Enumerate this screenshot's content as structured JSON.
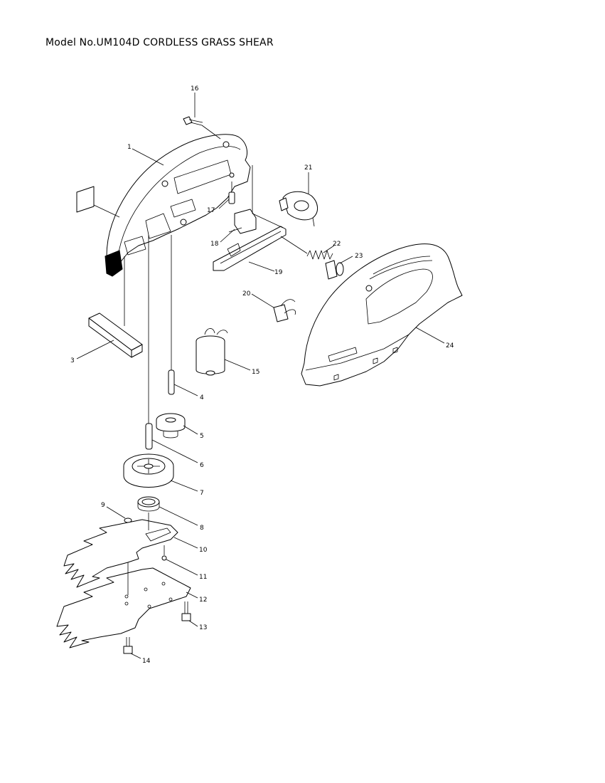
{
  "title": "Model No.UM104D CORDLESS GRASS SHEAR",
  "part_labels": [
    "1",
    "3",
    "4",
    "5",
    "6",
    "7",
    "8",
    "9",
    "10",
    "11",
    "12",
    "13",
    "14",
    "15",
    "16",
    "17",
    "18",
    "19",
    "20",
    "21",
    "22",
    "23",
    "24"
  ]
}
